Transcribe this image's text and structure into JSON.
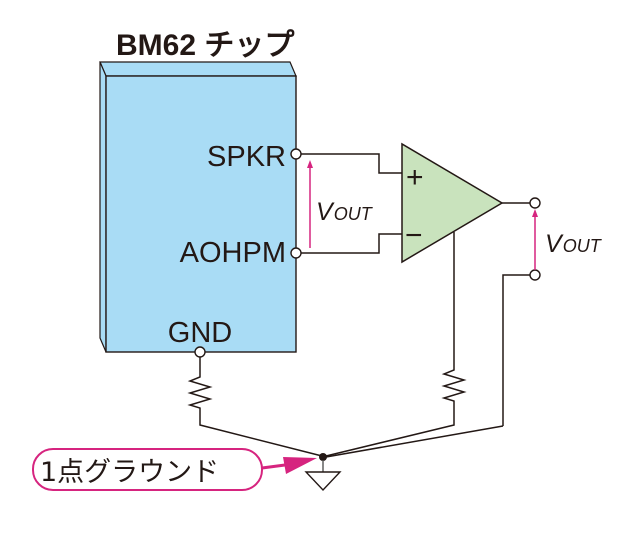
{
  "diagram": {
    "title": "BM62 チップ",
    "chip": {
      "pins": {
        "spkr": "SPKR",
        "aohpm": "AOHPM",
        "gnd": "GND"
      }
    },
    "opamp": {
      "plus": "+",
      "minus": "−"
    },
    "labels": {
      "vout_left_main": "V",
      "vout_left_sub": "OUT",
      "vout_right_main": "V",
      "vout_right_sub": "OUT"
    },
    "callout": {
      "text": "1点グラウンド"
    },
    "colors": {
      "chip_fill": "#a9dcf5",
      "opamp_fill": "#c9e3bd",
      "accent_magenta": "#d6247f",
      "line": "#231815"
    }
  }
}
